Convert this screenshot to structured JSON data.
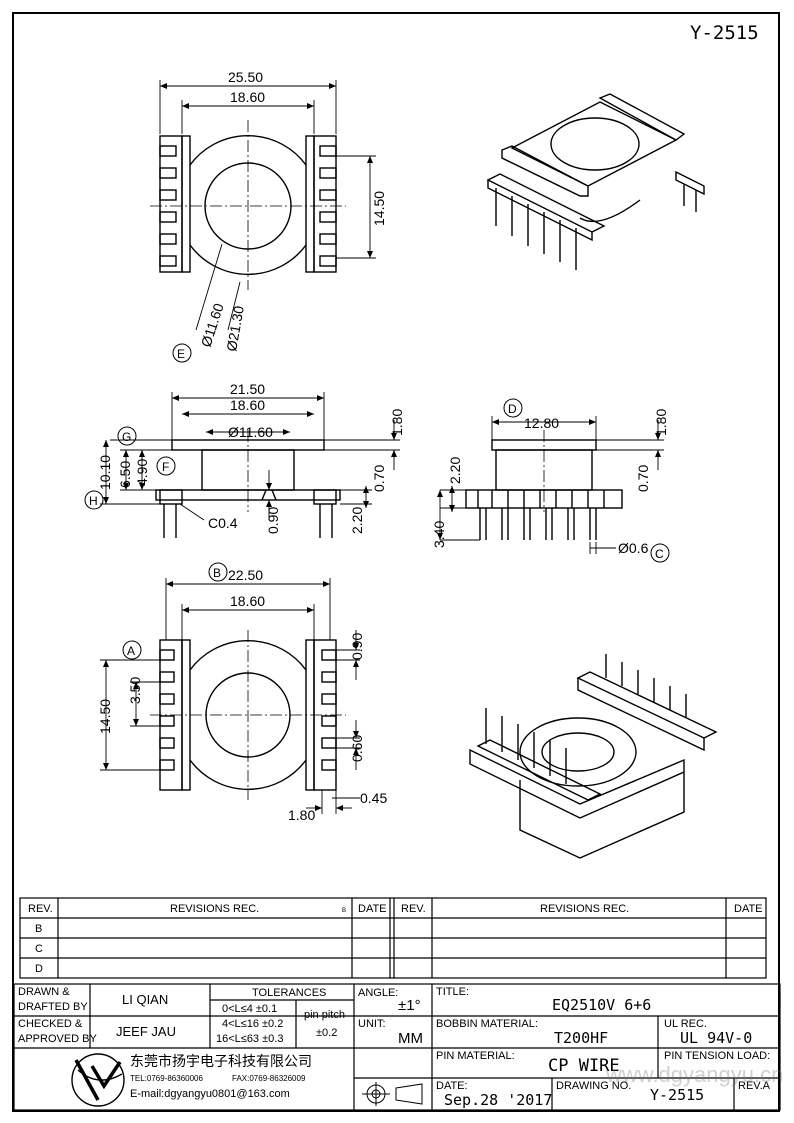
{
  "drawing_code": "Y-2515",
  "dimensions": {
    "top_view": {
      "overall_width": "25.50",
      "inner_width": "18.60",
      "height": "14.50",
      "hole_dia": "Ø11.60",
      "outer_dia": "Ø21.30",
      "label_e": "E"
    },
    "front_view": {
      "width": "21.50",
      "inner": "18.60",
      "hole": "Ø11.60",
      "flange": "1.80",
      "gap": "0.70",
      "pin_len": "2.20",
      "slot": "0.90",
      "chamfer": "C0.4",
      "h_total": "10.10",
      "h1": "6.50",
      "h2": "4.90",
      "label_g": "G",
      "label_f": "F",
      "label_h": "H"
    },
    "side_view": {
      "width": "12.80",
      "flange": "1.80",
      "gap": "0.70",
      "h1": "2.20",
      "h2": "3.40",
      "pin_dia": "Ø0.6",
      "label_d": "D",
      "label_c": "C"
    },
    "bottom_view": {
      "width": "22.50",
      "inner": "18.60",
      "h": "14.50",
      "pitch": "3.50",
      "t1": "0.90",
      "t2": "0.60",
      "t3": "0.45",
      "t4": "1.80",
      "label_b": "B",
      "label_a": "A"
    }
  },
  "revisions": {
    "left": {
      "col_rev": "REV.",
      "col_revisions": "REVISIONS    REC.",
      "col_mark": "B",
      "col_date": "DATE",
      "rows": [
        "B",
        "C",
        "D"
      ]
    },
    "right": {
      "col_rev": "REV.",
      "col_revisions": "REVISIONS    REC.",
      "col_date": "DATE"
    }
  },
  "title_block": {
    "drawn_label_1": "DRAWN &",
    "drawn_label_2": "DRAFTED BY",
    "drawn_value": "LI QIAN",
    "checked_label_1": "CHECKED &",
    "checked_label_2": "APPROVED BY",
    "checked_value": "JEEF JAU",
    "tolerances_label": "TOLERANCES",
    "tol_1": "0<L≤4   ±0.1",
    "tol_2": "4<L≤16  ±0.2",
    "tol_3": "16<L≤63 ±0.3",
    "pin_pitch_label": "pin pitch",
    "pin_pitch_value": "±0.2",
    "angle_label": "ANGLE:",
    "angle_value": "±1°",
    "unit_label": "UNIT:",
    "unit_value": "MM",
    "title_label": "TITLE:",
    "title_value": "EQ2510V 6+6",
    "bobbin_label": "BOBBIN MATERIAL:",
    "bobbin_value": "T200HF",
    "ul_label": "UL REC.",
    "ul_value": "UL 94V-0",
    "pin_material_label": "PIN MATERIAL:",
    "pin_material_value": "CP WIRE",
    "pin_tension_label": "PIN TENSION LOAD:",
    "date_label": "DATE:",
    "date_value": "Sep.28 '2017",
    "drawing_no_label": "DRAWING NO.",
    "drawing_no_value": "Y-2515",
    "rev_label": "REV.A",
    "company_name": "东莞市扬宇电子科技有限公司",
    "tel": "TEL:0769-86360006",
    "fax": "FAX:0769-86326009",
    "email": "E-mail:dgyangyu0801@163.com"
  },
  "watermark": "www.dgyangyu.cn"
}
